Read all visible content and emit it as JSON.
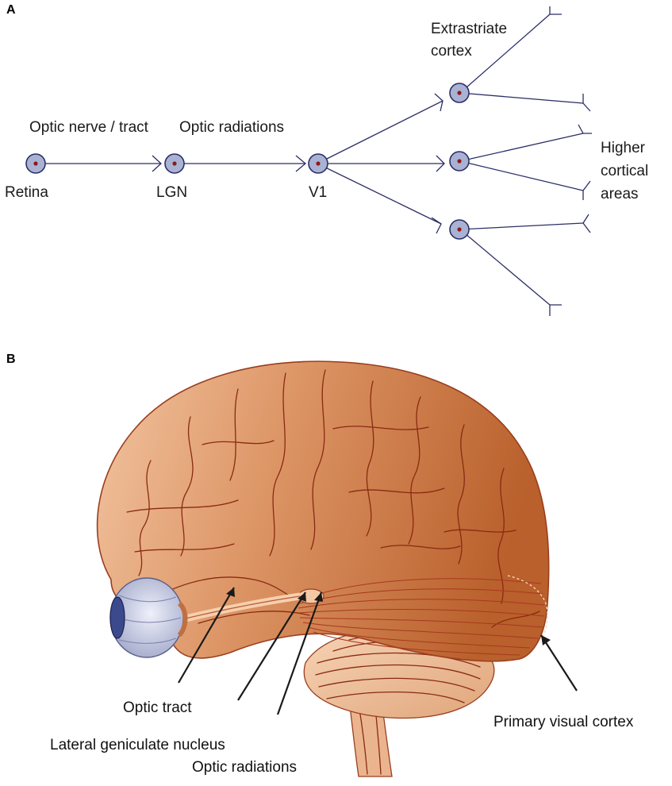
{
  "panel_a": {
    "letter": "A",
    "labels": {
      "retina": "Retina",
      "lgn": "LGN",
      "v1": "V1",
      "optic_nerve_tract": "Optic nerve / tract",
      "optic_radiations": "Optic radiations",
      "extrastriate_line1": "Extrastriate",
      "extrastriate_line2": "cortex",
      "higher_line1": "Higher",
      "higher_line2": "cortical",
      "higher_line3": "areas"
    }
  },
  "panel_b": {
    "letter": "B",
    "labels": {
      "optic_tract": "Optic tract",
      "lateral_geniculate_nucleus": "Lateral geniculate nucleus",
      "optic_radiations": "Optic radiations",
      "primary_visual_cortex": "Primary visual cortex"
    }
  },
  "colors": {
    "node_fill": "#aab2d4",
    "node_center": "#8c1a1a",
    "axon": "#2b2f66",
    "brain_light": "#f0c09c",
    "brain_dark": "#c06a34"
  }
}
